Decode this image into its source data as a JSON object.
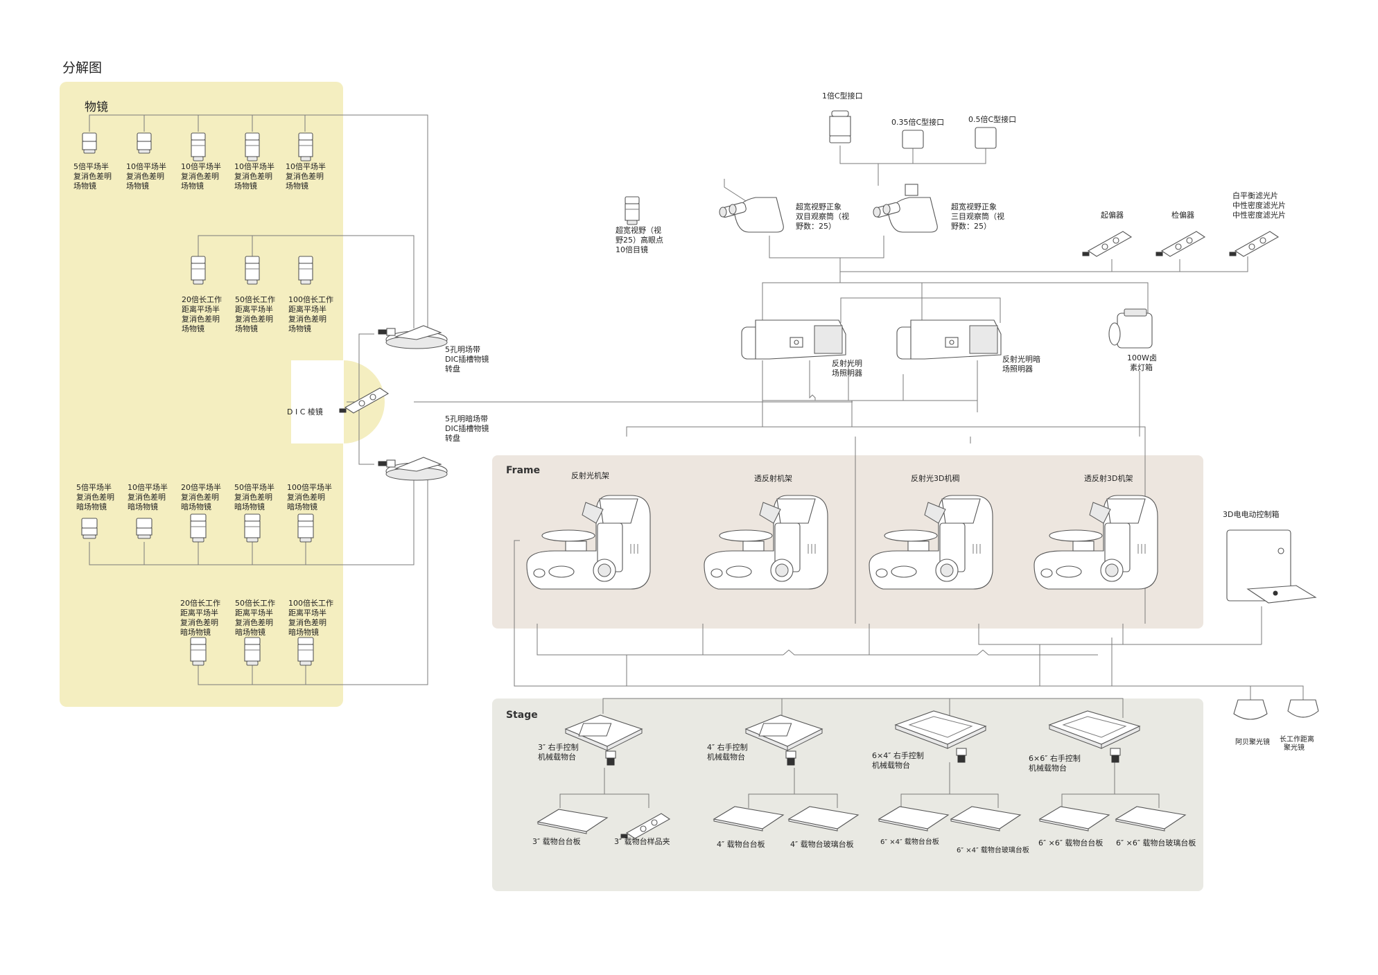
{
  "title": "分解图",
  "objectives": {
    "heading": "物镜",
    "group1": [
      [
        "5倍平场半",
        "复消色差明",
        "场物镜"
      ],
      [
        "10倍平场半",
        "复消色差明",
        "场物镜"
      ],
      [
        "10倍平场半",
        "复消色差明",
        "场物镜"
      ],
      [
        "10倍平场半",
        "复消色差明",
        "场物镜"
      ],
      [
        "10倍平场半",
        "复消色差明",
        "场物镜"
      ]
    ],
    "group2": [
      [
        "20倍长工作",
        "距离平场半",
        "复消色差明",
        "场物镜"
      ],
      [
        "50倍长工作",
        "距离平场半",
        "复消色差明",
        "场物镜"
      ],
      [
        "100倍长工作",
        "距离平场半",
        "复消色差明",
        "场物镜"
      ]
    ],
    "group3": [
      [
        "5倍平场半",
        "复消色差明",
        "暗场物镜"
      ],
      [
        "10倍平场半",
        "复消色差明",
        "暗场物镜"
      ],
      [
        "20倍平场半",
        "复消色差明",
        "暗场物镜"
      ],
      [
        "50倍平场半",
        "复消色差明",
        "暗场物镜"
      ],
      [
        "100倍平场半",
        "复消色差明",
        "暗场物镜"
      ]
    ],
    "group4": [
      [
        "20倍长工作",
        "距离平场半",
        "复消色差明",
        "暗场物镜"
      ],
      [
        "50倍长工作",
        "距离平场半",
        "复消色差明",
        "暗场物镜"
      ],
      [
        "100倍长工作",
        "距离平场半",
        "复消色差明",
        "暗场物镜"
      ]
    ]
  },
  "nosepieces": {
    "bright": [
      "5孔明场带",
      "DIC插槽物镜",
      "转盘"
    ],
    "dark": [
      "5孔明暗场带",
      "DIC插槽物镜",
      "转盘"
    ],
    "dic_prism": "D I C 棱镜"
  },
  "top": {
    "c_mount_1x": "1倍C型接口",
    "c_mount_035x": "0.35倍C型接口",
    "c_mount_05x": "0.5倍C型接口",
    "eyepiece": [
      "超宽视野（视",
      "野25）高眼点",
      "10倍目镜"
    ],
    "binocular": [
      "超宽视野正象",
      "双目观察筒（视",
      "野数：25）"
    ],
    "trinocular": [
      "超宽视野正象",
      "三目观察筒（视",
      "野数：25）"
    ],
    "polarizer": "起偏器",
    "analyzer": "检偏器",
    "filters": [
      "白平衡滤光片",
      "中性密度滤光片",
      "中性密度滤光片"
    ]
  },
  "illuminators": {
    "bright": [
      "反射光明",
      "场照明器"
    ],
    "brightdark": [
      "反射光明暗",
      "场照明器"
    ],
    "lamp": [
      "100W卤",
      "素灯箱"
    ]
  },
  "frame": {
    "label": "Frame",
    "items": [
      "反射光机架",
      "透反射机架",
      "反射光3D机稠",
      "透反射3D机架"
    ],
    "controller": "3D电电动控制箱"
  },
  "condensers": {
    "abbe": "阿贝聚光镜",
    "long": [
      "长工作距离",
      "聚光镜"
    ]
  },
  "stage": {
    "label": "Stage",
    "stages": [
      [
        "3″ 右手控制",
        "机械载物台"
      ],
      [
        "4″ 右手控制",
        "机械载物台"
      ],
      [
        "6×4″ 右手控制",
        "机械载物台"
      ],
      [
        "6×6″ 右手控制",
        "机械载物台"
      ]
    ],
    "plates": [
      "3″ 载物台台板",
      "3″ 载物台样品夹",
      "4″ 载物台台板",
      "4″ 载物台玻璃台板",
      "6″ ×4″ 载物台台板",
      "6″ ×4″ 载物台玻璃台板",
      "6″ ×6″ 载物台台板",
      "6″ ×6″ 载物台玻璃台板"
    ]
  },
  "colors": {
    "objective_panel": "#f4eec0",
    "frame_panel": "#ede6df",
    "stage_panel": "#e9e9e3"
  }
}
